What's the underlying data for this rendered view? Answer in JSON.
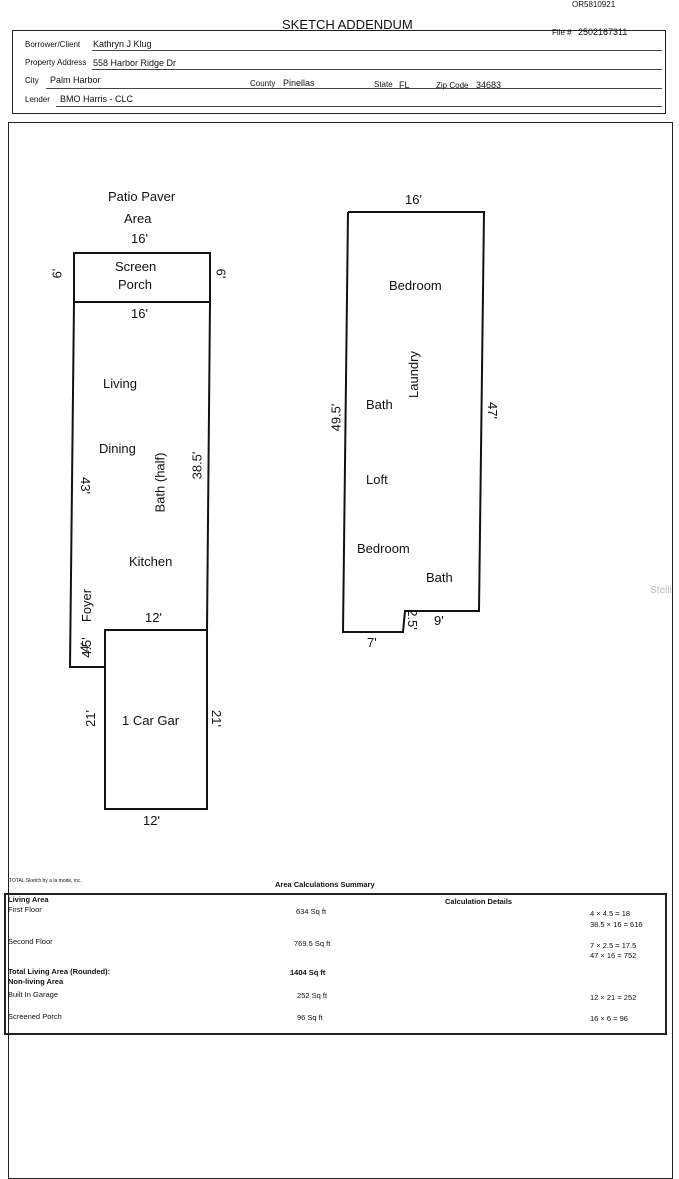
{
  "order_number": "OR5810921",
  "title": "SKETCH ADDENDUM",
  "file": {
    "label": "File #",
    "value": "2502167311"
  },
  "header": {
    "borrower_label": "Borrower/Client",
    "borrower": "Kathryn J Klug",
    "address_label": "Property Address",
    "address": "558 Harbor Ridge Dr",
    "city_label": "City",
    "city": "Palm Harbor",
    "county_label": "County",
    "county": "Pinellas",
    "state_label": "State",
    "state": "FL",
    "zip_label": "Zip Code",
    "zip": "34683",
    "lender_label": "Lender",
    "lender": "BMO Harris - CLC"
  },
  "sketch": {
    "first_floor": {
      "patio_line1": "Patio Paver",
      "patio_line2": "Area",
      "porch_top": "16'",
      "porch_left": "6'",
      "porch_right": "6'",
      "porch_line1": "Screen",
      "porch_line2": "Porch",
      "main_top": "16'",
      "living": "Living",
      "dining": "Dining",
      "bath_half": "Bath (half)",
      "right_dim": "38.5'",
      "left_dim": "43'",
      "kitchen": "Kitchen",
      "foyer": "Foyer",
      "garage_top": "12'",
      "foyer_dim_a": "4'",
      "foyer_dim_b": "4.5'",
      "garage": "1 Car Gar",
      "garage_left": "21'",
      "garage_right": "21'",
      "garage_bottom": "12'"
    },
    "second_floor": {
      "top": "16'",
      "bedroom1": "Bedroom",
      "laundry": "Laundry",
      "bath1": "Bath",
      "left_dim": "49.5'",
      "right_dim": "47'",
      "loft": "Loft",
      "bedroom2": "Bedroom",
      "bath2": "Bath",
      "notch_v": "2.5'",
      "notch_h": "9'",
      "bottom": "7'"
    },
    "side_text": "Stelli"
  },
  "summary": {
    "footer_note": "TOTAL Sketch by a la mode, inc.",
    "title": "Area Calculations Summary",
    "living_area": "Living Area",
    "calc_details": "Calculation Details",
    "first_floor": {
      "label": "First Floor",
      "value": "634 Sq ft",
      "calc1": "4 × 4.5   =   18",
      "calc2": "38.5 × 16 = 616"
    },
    "second_floor": {
      "label": "Second Floor",
      "value": "769.5 Sq ft",
      "calc1": "7 × 2.5   =  17.5",
      "calc2": "47 × 16   =  752"
    },
    "total": {
      "label": "Total Living Area (Rounded):",
      "value": "1404 Sq ft"
    },
    "non_living": "Non-living Area",
    "garage": {
      "label": "Built In Garage",
      "value": "252 Sq ft",
      "calc": "12 × 21   =  252"
    },
    "porch": {
      "label": "Screened Porch",
      "value": "96 Sq ft",
      "calc": "16 × 6   =   96"
    }
  }
}
